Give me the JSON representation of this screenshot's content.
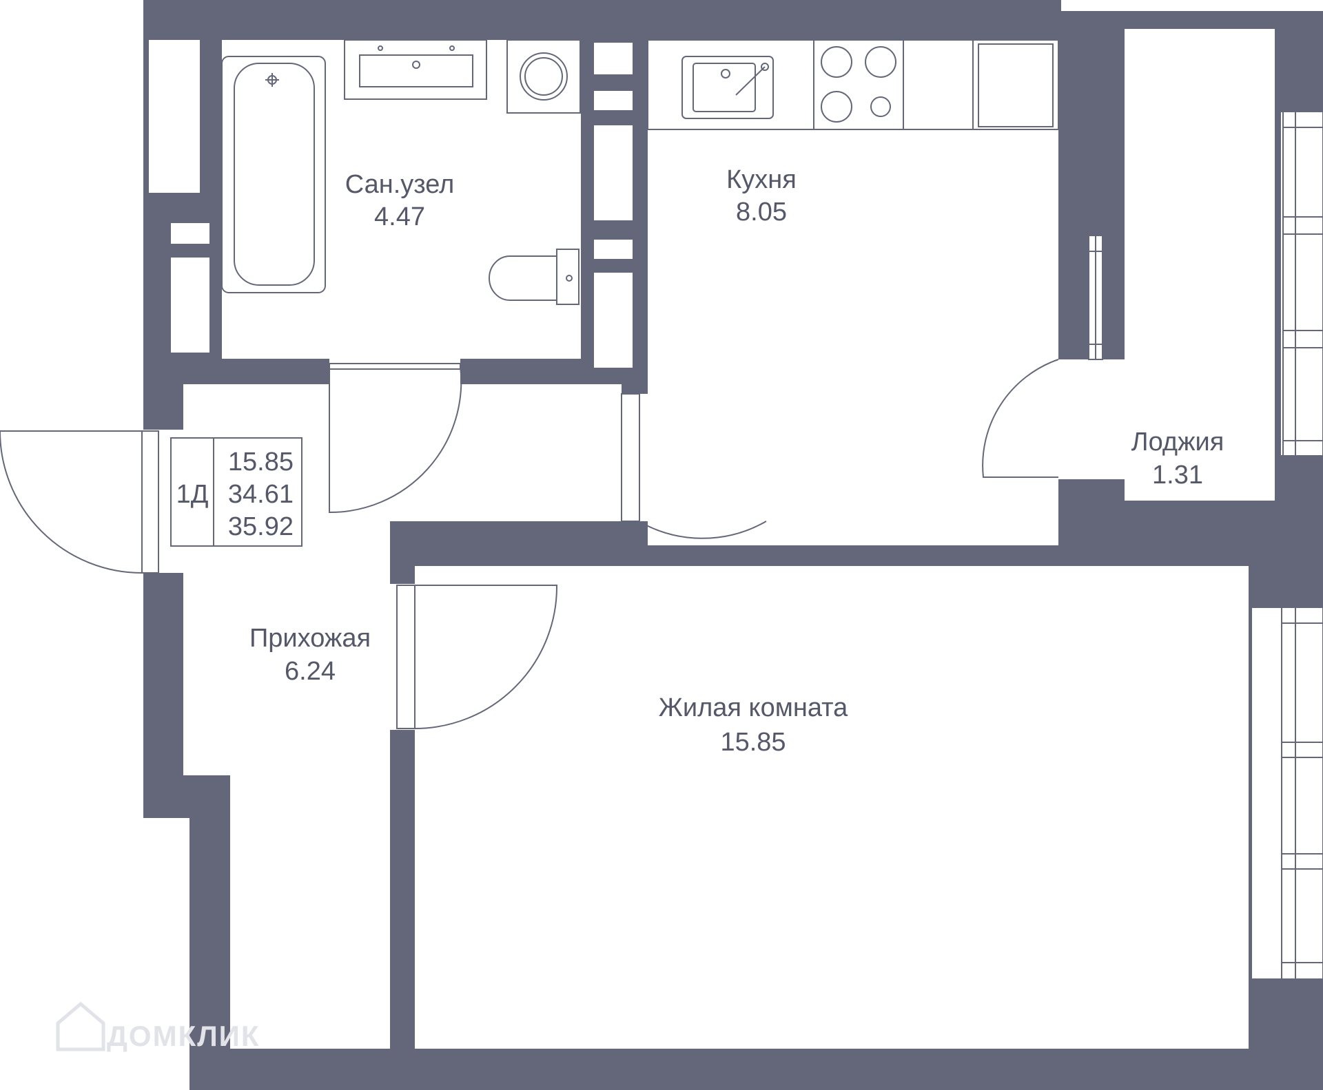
{
  "rooms": {
    "bathroom": {
      "name": "Сан.узел",
      "area": "4.47"
    },
    "kitchen": {
      "name": "Кухня",
      "area": "8.05"
    },
    "loggia": {
      "name": "Лоджия",
      "area": "1.31"
    },
    "hallway": {
      "name": "Прихожая",
      "area": "6.24"
    },
    "living": {
      "name": "Жилая комната",
      "area": "15.85"
    }
  },
  "summary": {
    "type": "1Д",
    "living_area": "15.85",
    "total_area": "34.61",
    "total_area_with_loggia": "35.92"
  },
  "watermark": {
    "text": "ДОМКЛИК"
  },
  "colors": {
    "wall": "#646779",
    "text": "#555869",
    "background": "#ffffff"
  }
}
